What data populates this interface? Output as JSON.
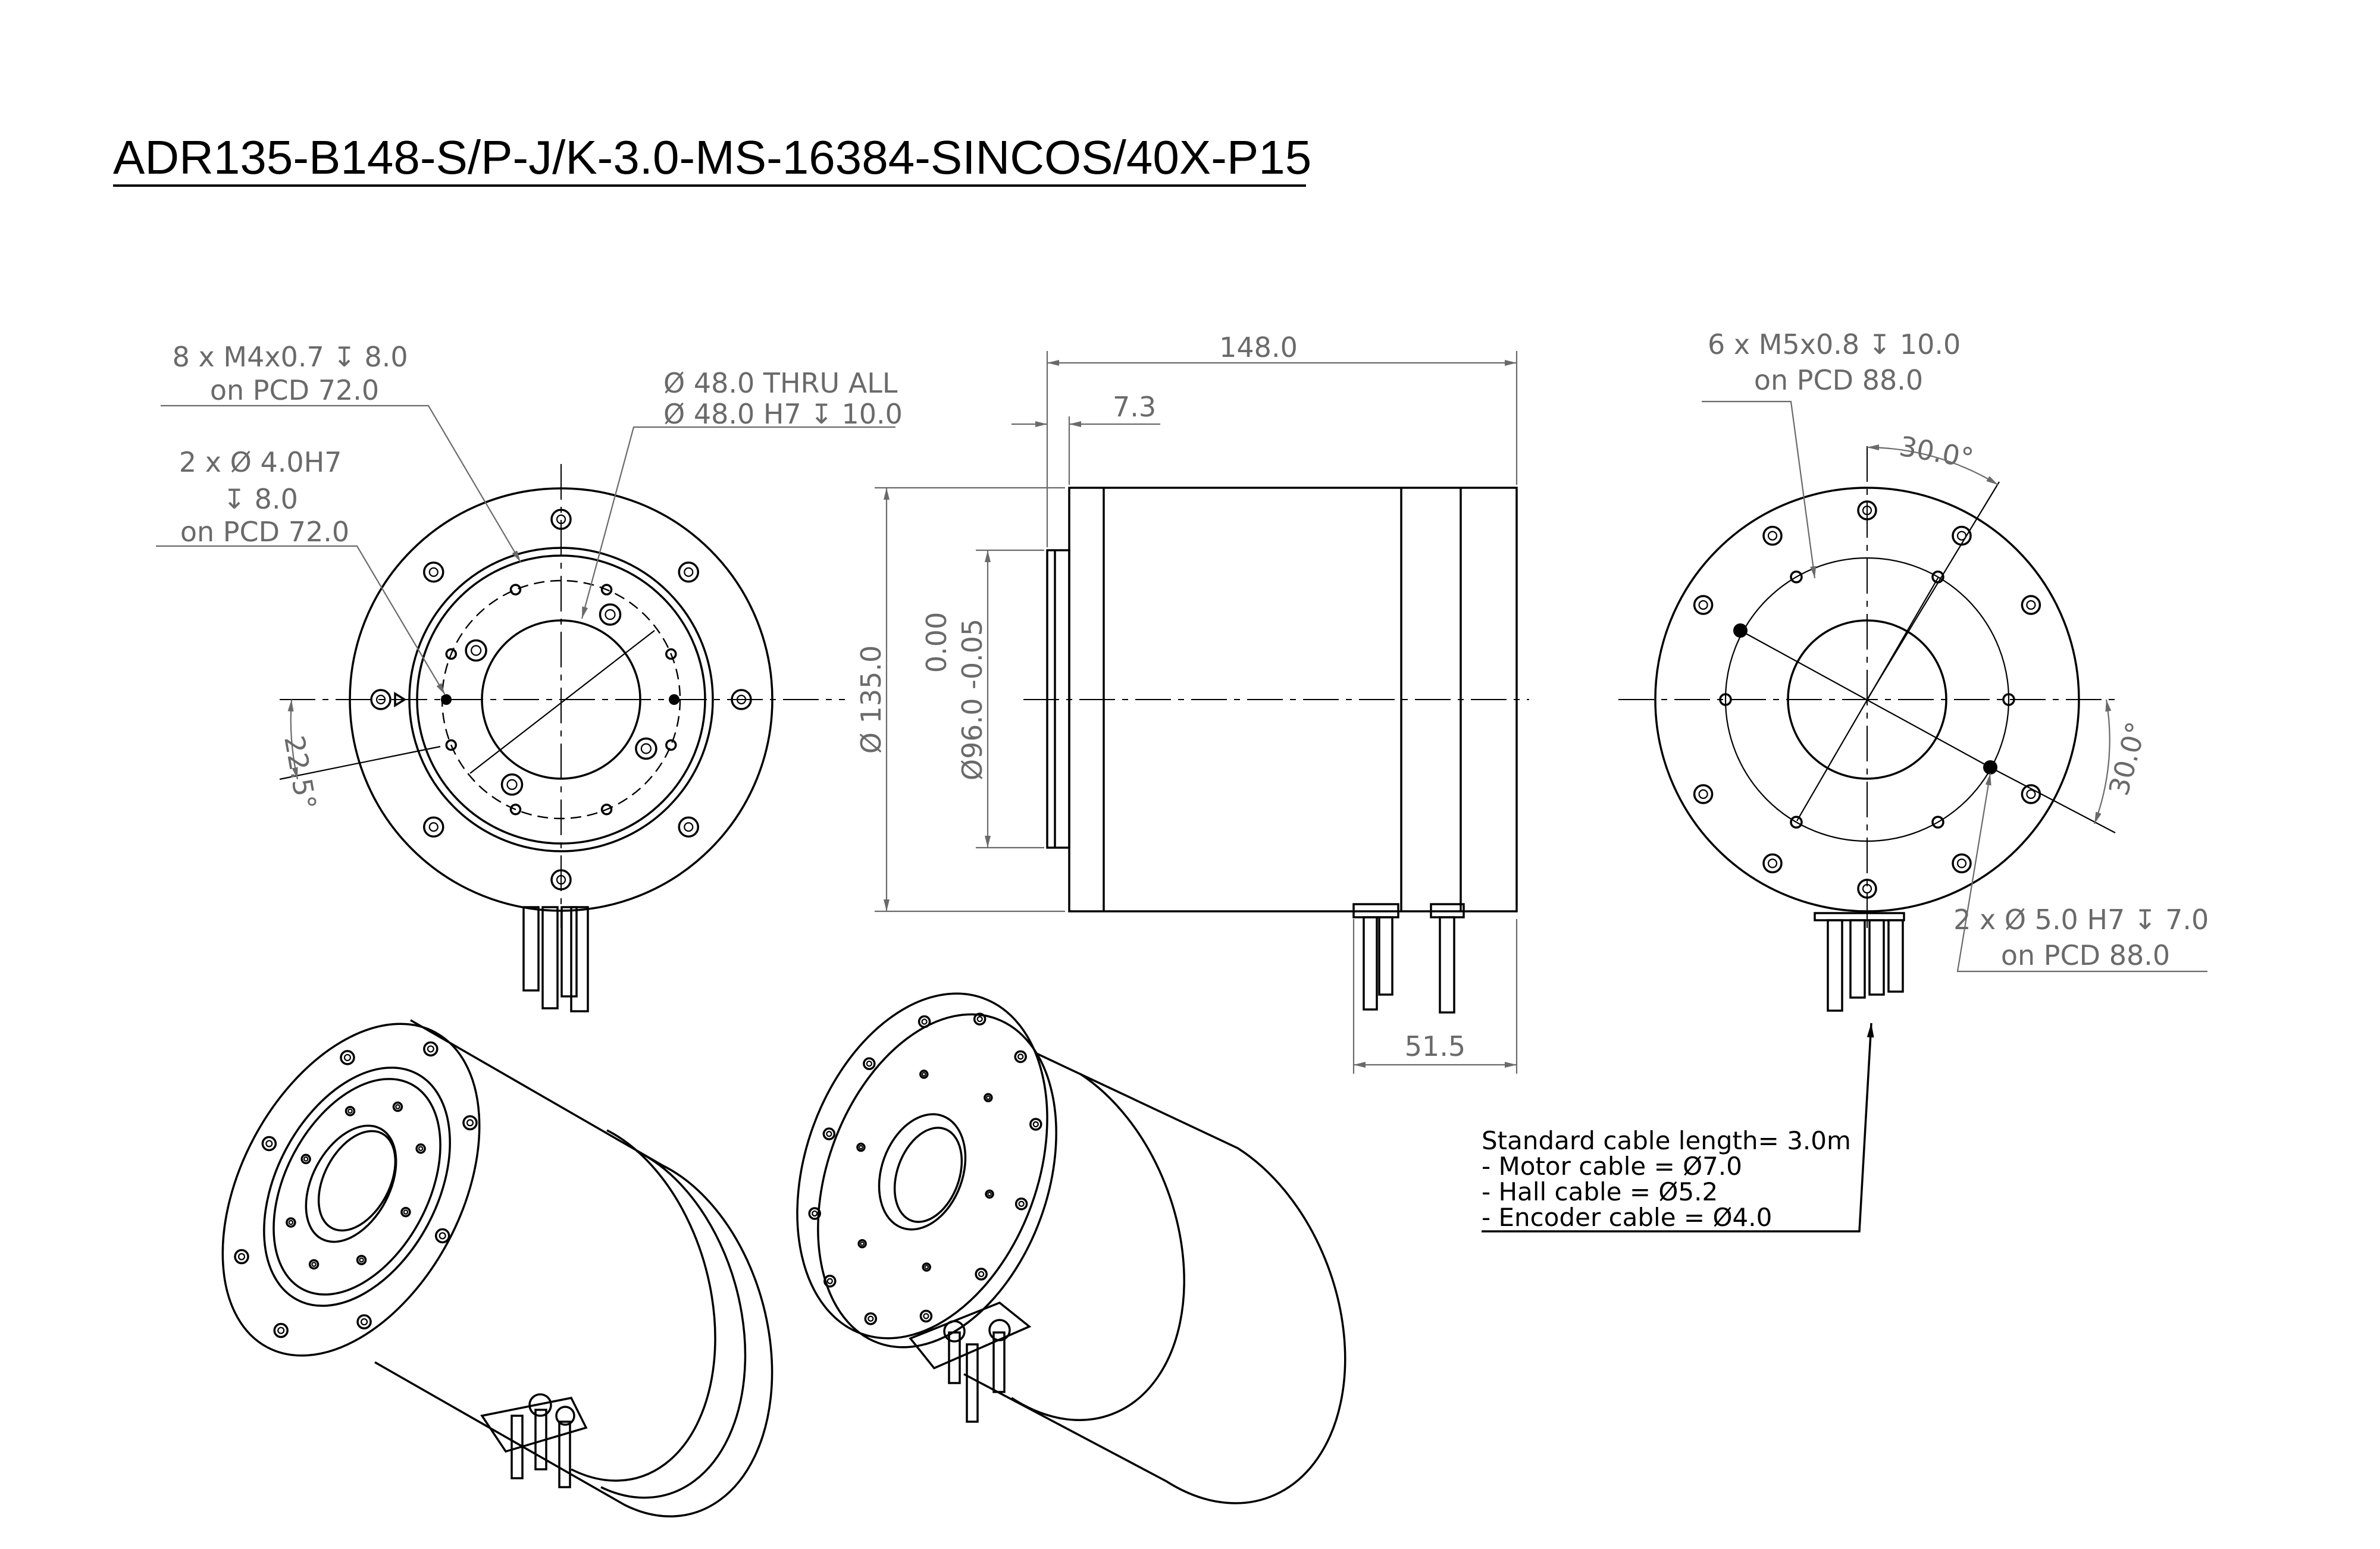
{
  "title": "ADR135-B148-S/P-J/K-3.0-MS-16384-SINCOS/40X-P15",
  "front_view": {
    "callout_m4": [
      "8 x M4x0.7  ↧  8.0",
      "on PCD 72.0"
    ],
    "callout_pin": [
      "2 x  Ø  4.0H7",
      "↧  8.0",
      "on PCD 72.0"
    ],
    "callout_bore": [
      "Ø 48.0 THRU ALL",
      "Ø 48.0 H7 ↧ 10.0"
    ],
    "angle": "22.5°"
  },
  "side_view": {
    "length": "148.0",
    "flange": "7.3",
    "diameter": "Ø 135.0",
    "pilot": "Ø96.0 -0.05",
    "pilot_tol": "0.00",
    "cable_offset": "51.5"
  },
  "rear_view": {
    "callout_m5": [
      "6 x M5x0.8 ↧ 10.0",
      "on PCD 88.0"
    ],
    "callout_pin": [
      "2 x Ø 5.0 H7 ↧ 7.0",
      "on PCD 88.0"
    ],
    "angle_top": "30.0°",
    "angle_right": "30.0°"
  },
  "cable_note": [
    "Standard cable length= 3.0m",
    "- Motor cable = Ø7.0",
    "- Hall cable = Ø5.2",
    "- Encoder cable = Ø4.0"
  ]
}
